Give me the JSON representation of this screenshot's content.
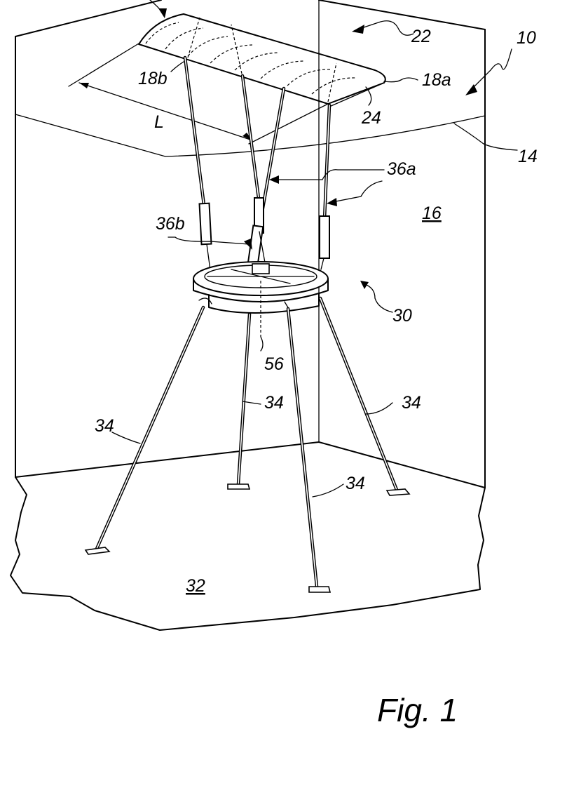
{
  "labels": {
    "system": "10",
    "wind": "22",
    "edge_a": "18a",
    "edge_b": "18b",
    "profile": "24",
    "length": "L",
    "boundary": "14",
    "air_space": "16",
    "lines_upper": "36a",
    "lines_lower": "36b",
    "platform": "30",
    "axis": "56",
    "tether": "34",
    "ground": "32"
  },
  "caption": "Fig. 1"
}
